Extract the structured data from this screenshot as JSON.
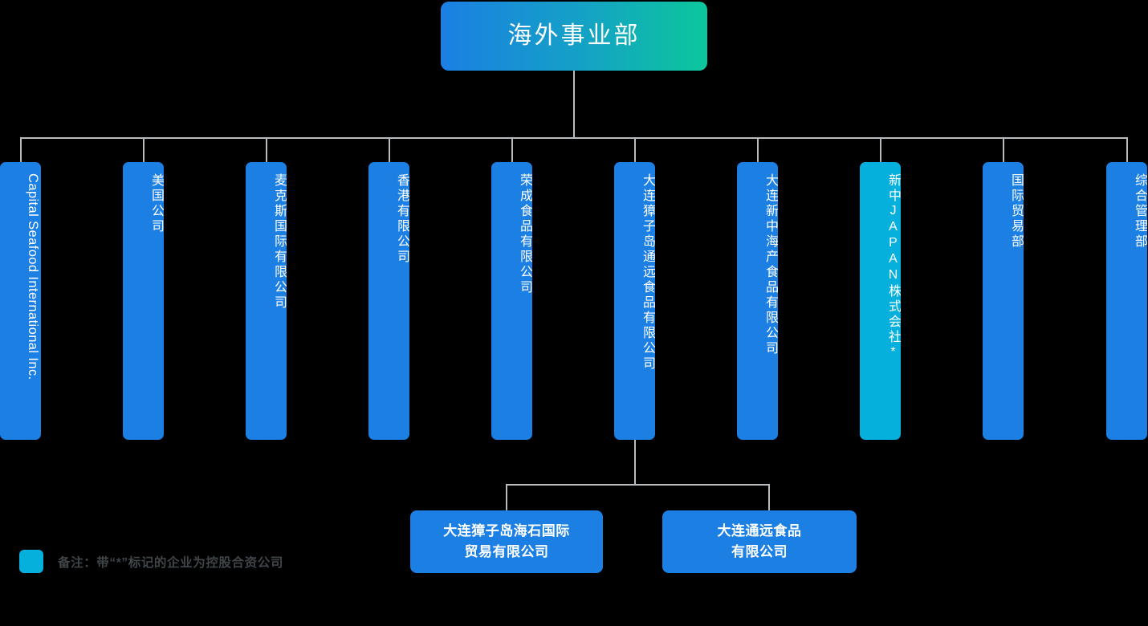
{
  "chart": {
    "title": "海外事业部",
    "type": "org-chart"
  },
  "root": {
    "label": "海外事业部",
    "color_start": "#1b7fe3",
    "color_end": "#0bc79c"
  },
  "columns": [
    {
      "label": "Capital Seafood International Inc.",
      "script": "latin",
      "color": "#1b7fe3"
    },
    {
      "label": "美国公司",
      "script": "cjk",
      "color": "#1b7fe3"
    },
    {
      "label": "麦克斯国际有限公司",
      "script": "cjk",
      "color": "#1b7fe3"
    },
    {
      "label": "香港有限公司",
      "script": "cjk",
      "color": "#1b7fe3"
    },
    {
      "label": "荣成食品有限公司",
      "script": "cjk",
      "color": "#1b7fe3"
    },
    {
      "label": "大连獐子岛通远食品有限公司",
      "script": "cjk",
      "color": "#1b7fe3"
    },
    {
      "label": "大连新中海产食品有限公司",
      "script": "cjk",
      "color": "#1b7fe3"
    },
    {
      "label": "新中JAPAN株式会社*",
      "script": "mixed",
      "color": "#06b0dc"
    },
    {
      "label": "国际贸易部",
      "script": "cjk",
      "color": "#1b7fe3"
    },
    {
      "label": "综合管理部",
      "script": "cjk",
      "color": "#1b7fe3"
    }
  ],
  "subsidiaries": {
    "parent_index": 5,
    "items": [
      {
        "label": "大连獐子岛海石国际\n贸易有限公司",
        "color": "#1b7fe3"
      },
      {
        "label": "大连通远食品\n有限公司",
        "color": "#1b7fe3"
      }
    ]
  },
  "legend": {
    "swatch_color": "#06b0dc",
    "text": "备注：带“*”标记的企业为控股合资公司"
  }
}
